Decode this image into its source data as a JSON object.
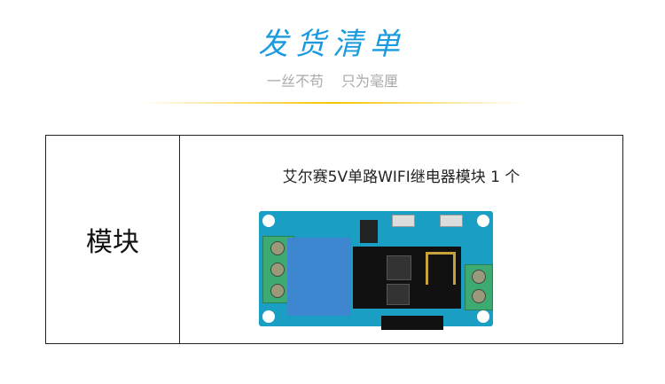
{
  "header": {
    "title": "发货清单",
    "subtitle_left": "一丝不苟",
    "subtitle_right": "只为毫厘"
  },
  "table": {
    "label": "模块",
    "description": "艾尔赛5V单路WIFI继电器模块 1 个"
  },
  "colors": {
    "title": "#1a9be0",
    "accent_line": "#f5c400",
    "pcb": "#1b9ec4"
  }
}
